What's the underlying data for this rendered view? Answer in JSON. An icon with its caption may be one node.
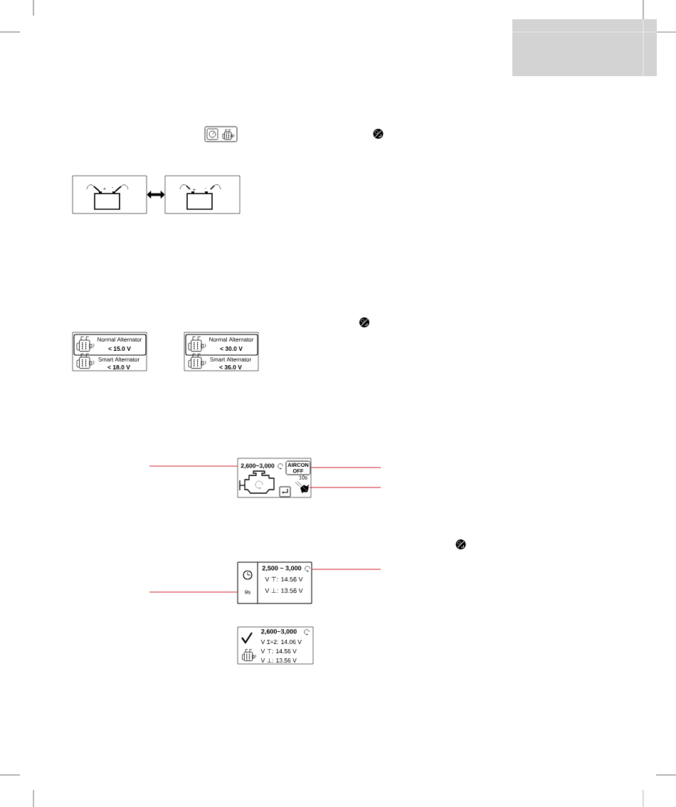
{
  "diagram": {
    "nodes": [
      {
        "text": [
          "+",
          "-"
        ]
      },
      {
        "text": [
          "+",
          "-"
        ]
      },
      {
        "text": [
          "Smart Alternator",
          "< 18.0 V"
        ]
      },
      {
        "text": [
          "Normal Alternator",
          "< 15.0 V"
        ],
        "in": 2
      },
      {
        "text": [
          "Smart Alternator",
          "< 36.0 V"
        ]
      },
      {
        "text": [
          "Normal Alternator",
          "< 30.0 V"
        ],
        "in": 4
      },
      {
        "text": [
          "2,600~3,000"
        ]
      },
      {
        "text": [
          "AIRCON OFF"
        ],
        "in": 6
      },
      {
        "text": [],
        "shape": "picture",
        "in": 6,
        "beside": [
          "10s"
        ]
      },
      {
        "text": [],
        "shape": "box"
      },
      {
        "text": [
          "9s"
        ],
        "in": 9
      },
      {
        "text": [
          "2,500 ~ 3,000",
          "V ⊤: 14.56 V",
          "V ⊥: 13.56 V"
        ],
        "in": 9
      },
      {
        "text": [
          "2,600~3,000",
          "V ⌶÷2: 14.06 V",
          "V ⊤: 14.56 V",
          "V ⊥: 13.56 V"
        ]
      }
    ],
    "edges": [
      {
        "from": 0,
        "to": 1,
        "arrow": "both",
        "style": "thick",
        "color": "#000000"
      },
      {
        "from": null,
        "to": 6,
        "arrow": "none",
        "color": "#d2232a"
      },
      {
        "from": null,
        "to": 7,
        "arrow": "none",
        "color": "#d2232a"
      },
      {
        "from": null,
        "to": 8,
        "arrow": "none",
        "color": "#d2232a"
      },
      {
        "from": null,
        "to": 11,
        "arrow": "none",
        "color": "#d2232a"
      },
      {
        "from": null,
        "to": 10,
        "arrow": "none",
        "color": "#d2232a"
      }
    ]
  }
}
